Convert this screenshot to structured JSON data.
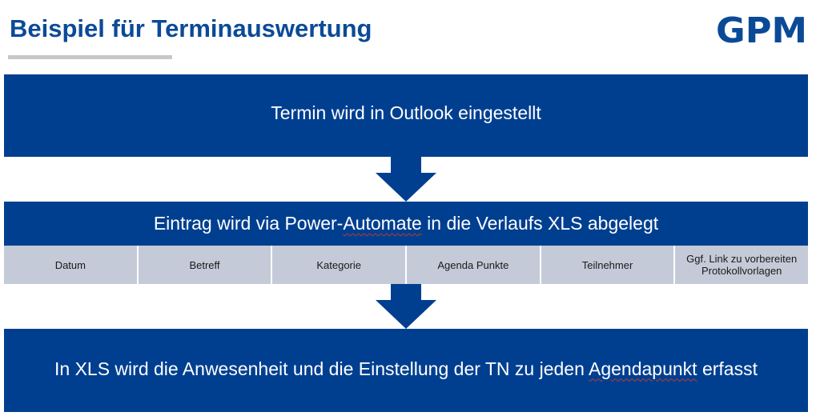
{
  "header": {
    "title": "Beispiel für Terminauswertung",
    "logo_text": "GPM"
  },
  "flow": {
    "step1": "Termin wird in Outlook eingestellt",
    "step2": {
      "before": "Eintrag wird via Power-",
      "marked": "Automate",
      "after": " in die Verlaufs XLS abgelegt"
    },
    "columns": [
      "Datum",
      "Betreff",
      "Kategorie",
      "Agenda Punkte",
      "Teilnehmer",
      "Ggf. Link zu vorbereiten\nProtokollvorlagen"
    ],
    "step3": {
      "before": "In XLS wird die Anwesenheit und die Einstellung der TN zu jeden ",
      "marked": "Agendapunkt",
      "after": " erfasst"
    }
  },
  "colors": {
    "box": "#003f90",
    "title": "#0b4a97",
    "column_cell": "#c4cad8",
    "rule": "#c7c7c7"
  }
}
